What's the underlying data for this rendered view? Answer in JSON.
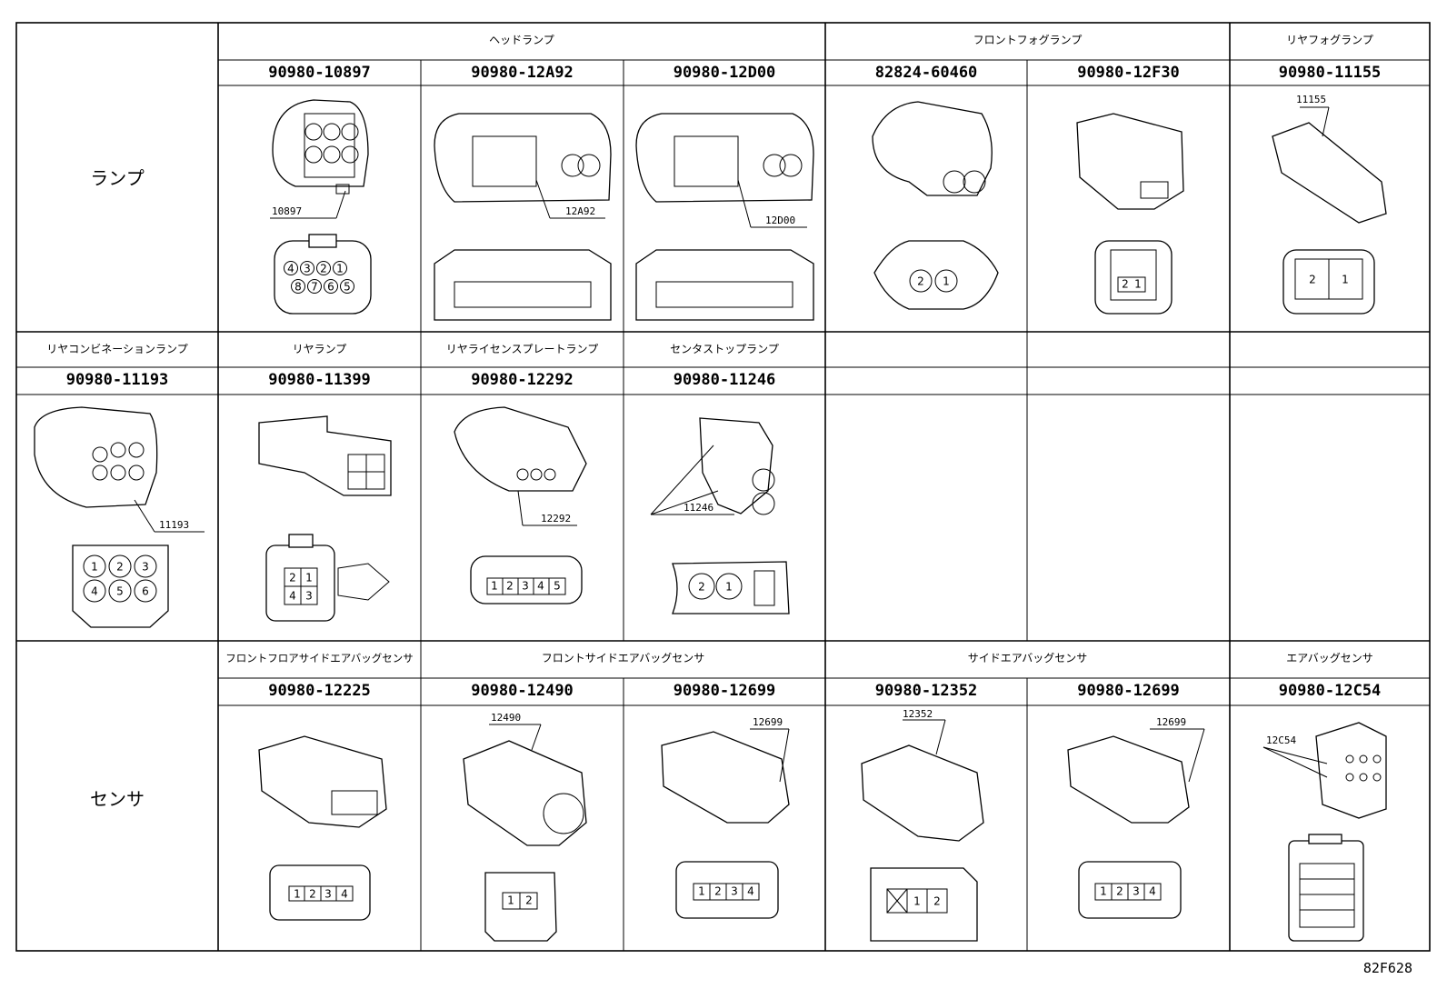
{
  "rows": [
    {
      "label": "ランプ",
      "groups": [
        "ヘッドランプ",
        "フロントフォグランプ",
        "リヤフォグランプ"
      ],
      "part_numbers": [
        "90980-10897",
        "90980-12A92",
        "90980-12D00",
        "82824-60460",
        "90980-12F30",
        "90980-11155"
      ],
      "callouts": [
        "10897",
        "12A92",
        "12D00",
        "11155"
      ],
      "pins": {
        "c1": [
          "4",
          "3",
          "2",
          "1",
          "8",
          "7",
          "6",
          "5"
        ],
        "c4": [
          "2",
          "1"
        ],
        "c5": [
          "2",
          "1"
        ],
        "c6": [
          "2",
          "1"
        ]
      }
    },
    {
      "label": "",
      "groups": [
        "リヤコンビネーションランプ",
        "リヤランプ",
        "リヤライセンスプレートランプ",
        "センタストップランプ"
      ],
      "part_numbers": [
        "90980-11193",
        "90980-11399",
        "90980-12292",
        "90980-11246"
      ],
      "callouts": [
        "11193",
        "12292",
        "11246"
      ],
      "pins": {
        "c1": [
          "1",
          "2",
          "3",
          "4",
          "5",
          "6"
        ],
        "c2": [
          "2",
          "1",
          "4",
          "3"
        ],
        "c3": [
          "1",
          "2",
          "3",
          "4",
          "5"
        ],
        "c4": [
          "2",
          "1"
        ]
      }
    },
    {
      "label": "センサ",
      "groups": [
        "フロントフロアサイドエアバッグセンサ",
        "フロントサイドエアバッグセンサ",
        "サイドエアバッグセンサ",
        "エアバッグセンサ"
      ],
      "part_numbers": [
        "90980-12225",
        "90980-12490",
        "90980-12699",
        "90980-12352",
        "90980-12699",
        "90980-12C54"
      ],
      "callouts": [
        "12490",
        "12699",
        "12352",
        "12699",
        "12C54"
      ],
      "pins": {
        "c1": [
          "1",
          "2",
          "3",
          "4"
        ],
        "c2": [
          "1",
          "2"
        ],
        "c3": [
          "1",
          "2",
          "3",
          "4"
        ],
        "c4": [
          "1",
          "2"
        ],
        "c5": [
          "1",
          "2",
          "3",
          "4"
        ]
      }
    }
  ],
  "figure_code": "82F628"
}
